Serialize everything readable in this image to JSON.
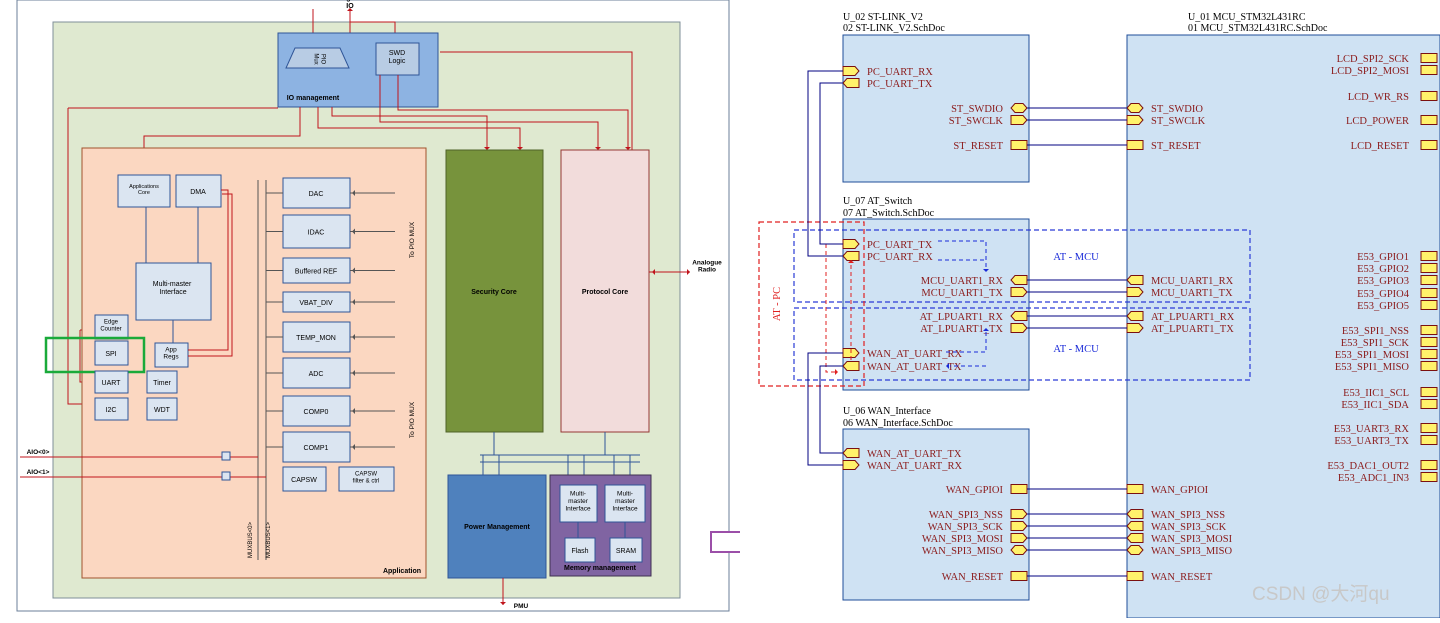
{
  "left": {
    "title_top": "Digital\nIO",
    "io_management": "IO management",
    "pio_mux": "PIO\nMux",
    "swd_logic": "SWD\nLogic",
    "application": "Application",
    "applications_core": "Applications\nCore",
    "dma": "DMA",
    "multimaster_interface": "Multi-master\nInterface",
    "edge_counter": "Edge\nCounter",
    "spi": "SPI",
    "app_regs": "App\nRegs",
    "uart": "UART",
    "timer": "Timer",
    "i2c": "I2C",
    "wdt": "WDT",
    "analog_blocks": [
      "DAC",
      "IDAC",
      "Buffered REF",
      "VBAT_DIV",
      "TEMP_MON",
      "ADC",
      "COMP0",
      "COMP1"
    ],
    "capsw": "CAPSW",
    "capsw_filter": "CAPSW\nfilter & ctrl",
    "to_pio_mux_1": "To PIO MUX",
    "to_pio_mux_2": "To PIO MUX",
    "muxbus0": "MUXBUS<0>",
    "muxbus1": "MUXBUS<1>",
    "aio0": "AIO<0>",
    "aio1": "AIO<1>",
    "security_core": "Security Core",
    "protocol_core": "Protocol Core",
    "analogue_radio": "Analogue\nRadio",
    "power_management": "Power Management",
    "mm_interface_1": "Multi-\nmaster\nInterface",
    "mm_interface_2": "Multi-\nmaster\nInterface",
    "flash": "Flash",
    "sram": "SRAM",
    "memory_management": "Memory management",
    "pmu": "PMU"
  },
  "right": {
    "u02_title": "U_02 ST-LINK_V2",
    "u02_doc": "02 ST-LINK_V2.SchDoc",
    "u02_ports_left": [
      "PC_UART_RX",
      "PC_UART_TX"
    ],
    "u02_ports_right": [
      "ST_SWDIO",
      "ST_SWCLK",
      "ST_RESET"
    ],
    "u01_title": "U_01 MCU_STM32L431RC",
    "u01_doc": "01 MCU_STM32L431RC.SchDoc",
    "u01_left_ports": [
      "ST_SWDIO",
      "ST_SWCLK",
      "ST_RESET",
      "MCU_UART1_RX",
      "MCU_UART1_TX",
      "AT_LPUART1_RX",
      "AT_LPUART1_TX",
      "WAN_GPIOI",
      "WAN_SPI3_NSS",
      "WAN_SPI3_SCK",
      "WAN_SPI3_MOSI",
      "WAN_SPI3_MISO",
      "WAN_RESET"
    ],
    "u01_right_ports": [
      "LCD_SPI2_SCK",
      "LCD_SPI2_MOSI",
      "LCD_WR_RS",
      "LCD_POWER",
      "LCD_RESET",
      "E53_GPIO1",
      "E53_GPIO2",
      "E53_GPIO3",
      "E53_GPIO4",
      "E53_GPIO5",
      "E53_SPI1_NSS",
      "E53_SPI1_SCK",
      "E53_SPI1_MOSI",
      "E53_SPI1_MISO",
      "E53_IIC1_SCL",
      "E53_IIC1_SDA",
      "E53_UART3_RX",
      "E53_UART3_TX",
      "E53_DAC1_OUT2",
      "E53_ADC1_IN3"
    ],
    "u07_title": "U_07 AT_Switch",
    "u07_doc": "07 AT_Switch.SchDoc",
    "u07_ports_left": [
      "PC_UART_TX",
      "PC_UART_RX",
      "WAN_AT_UART_RX",
      "WAN_AT_UART_TX"
    ],
    "u07_ports_right": [
      "MCU_UART1_RX",
      "MCU_UART1_TX",
      "AT_LPUART1_RX",
      "AT_LPUART1_TX"
    ],
    "at_mcu_1": "AT - MCU",
    "at_mcu_2": "AT - MCU",
    "at_pc": "AT - PC",
    "u06_title": "U_06 WAN_Interface",
    "u06_doc": "06 WAN_Interface.SchDoc",
    "u06_ports_left": [
      "WAN_AT_UART_TX",
      "WAN_AT_UART_RX"
    ],
    "u06_ports_right": [
      "WAN_GPIOI",
      "WAN_SPI3_NSS",
      "WAN_SPI3_SCK",
      "WAN_SPI3_MOSI",
      "WAN_SPI3_MISO",
      "WAN_RESET"
    ],
    "watermark": "CSDN @大河qu"
  },
  "colors": {
    "outer_bg": "#dfe9d0",
    "blue_block": "#4f81bd",
    "light_blue": "#8db3e2",
    "orange_bg": "#fbd7c1",
    "green_core": "#77933c",
    "pink_core": "#f2dcdb",
    "purple_mem": "#8064a2",
    "sheet_fill": "#cfe2f3",
    "sheet_border": "#1f4e9a",
    "port_fill": "#fff26b",
    "net_red": "#8b1a1a",
    "wire_blue": "#000080",
    "dashed_blue": "#2a3bd6",
    "dashed_red": "#e02020",
    "arrow_purple": "#9b4fa8",
    "highlight_green": "#1aaa3a"
  }
}
